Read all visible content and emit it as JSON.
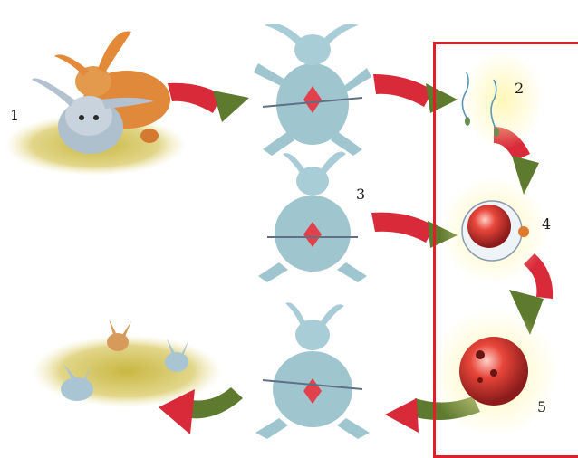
{
  "labels": {
    "step1": "1",
    "step2": "2",
    "step3": "3",
    "step4": "4",
    "step5": "5"
  },
  "colors": {
    "highlight_border": "#e41e26",
    "arrow_red": "#d92a3a",
    "arrow_green": "#5d7a2e",
    "rabbit_blue": "#9fc6cf",
    "rabbit_orange": "#e0893a",
    "ground": "#cdbf4a",
    "egg_red": "#d8352c"
  }
}
